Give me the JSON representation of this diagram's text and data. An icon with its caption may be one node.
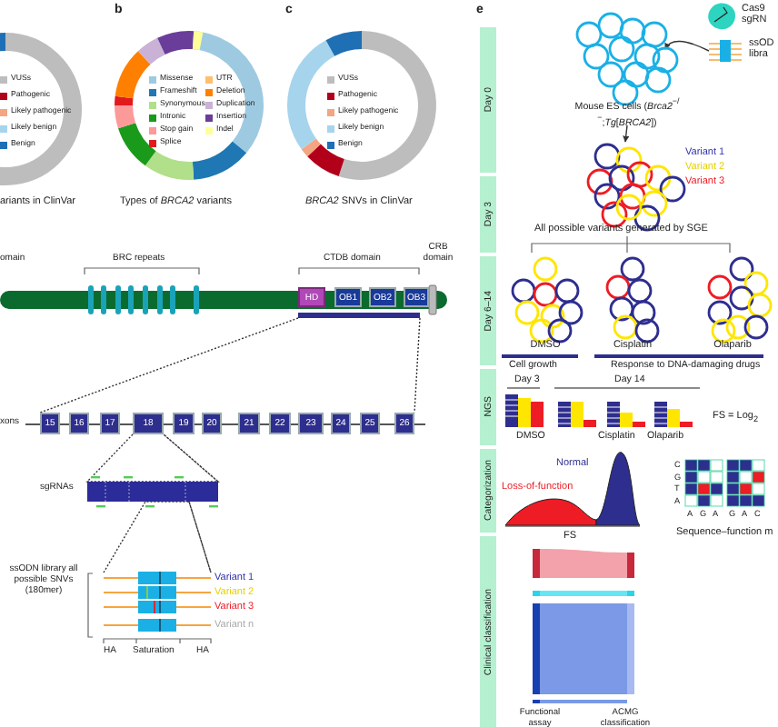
{
  "diagram": {
    "nodes": [
      {
        "text": [
          "HD"
        ]
      },
      {
        "text": [
          "OB1"
        ]
      },
      {
        "text": [
          "OB2"
        ]
      },
      {
        "text": [
          "OB3"
        ]
      },
      {
        "text": [
          "15"
        ]
      },
      {
        "text": [
          "16"
        ]
      },
      {
        "text": [
          "17"
        ]
      },
      {
        "text": [
          "18"
        ]
      },
      {
        "text": [
          "19"
        ]
      },
      {
        "text": [
          "20"
        ]
      },
      {
        "text": [
          "21"
        ]
      },
      {
        "text": [
          "22"
        ]
      },
      {
        "text": [
          "23"
        ]
      },
      {
        "text": [
          "24"
        ]
      },
      {
        "text": [
          "25"
        ]
      },
      {
        "text": [
          "26"
        ]
      },
      {
        "text": [],
        "shape": "bar",
        "beside": [
          "sgRNAs"
        ]
      },
      {
        "text": [],
        "shape": "bar",
        "beside": [
          "ssODN library all possible SNVs (180mer)",
          "Variant 1",
          "Variant 2",
          "Variant 3",
          "Variant n"
        ]
      },
      {
        "text": [
          "Day 0"
        ]
      },
      {
        "text": [
          "Day 3"
        ]
      },
      {
        "text": [
          "Day 6–14"
        ]
      },
      {
        "text": [
          "NGS"
        ]
      },
      {
        "text": [
          "Categorization"
        ]
      },
      {
        "text": [
          "Clinical classification"
        ]
      },
      {
        "text": [
          "Cas9 sgRN"
        ]
      },
      {
        "text": [
          "ssOD libra"
        ]
      },
      {
        "text": [
          "Mouse ES cells (*Brca2*$^{−/−}$;*Tg*[*BRCA2*])"
        ]
      },
      {
        "text": [],
        "shape": "picture",
        "beside": [
          "Variant 1",
          "Variant 2",
          "Variant 3"
        ]
      },
      {
        "text": [
          "DMSO"
        ]
      },
      {
        "text": [
          "Cisplatin"
        ]
      },
      {
        "text": [
          "Olaparib"
        ]
      },
      {
        "text": [],
        "shape": "bar"
      }
    ],
    "edges": [
      {
        "from": 7,
        "to": 16,
        "arrow": "none",
        "style": "dashed"
      },
      {
        "from": 16,
        "to": 17,
        "arrow": "none",
        "style": "dashed"
      },
      {
        "from": 25,
        "to": 26,
        "arrow": "to"
      },
      {
        "from": 26,
        "to": 27,
        "arrow": "to"
      },
      {
        "from": 31,
        "to": 4,
        "arrow": "none",
        "style": "dashed"
      },
      {
        "from": 31,
        "to": 15,
        "arrow": "none",
        "style": "dashed"
      }
    ],
    "labels": [
      "ariants in ClinVar",
      "b",
      "Types of *BRCA2* variants",
      "c",
      "*BRCA2* SNVs in ClinVar",
      "omain",
      "BRC repeats",
      "CTDB domain",
      "CRB domain",
      "xons",
      "HA",
      "Saturation",
      "HA",
      "e",
      "All possible variants generated by SGE",
      "Cell growth",
      "Response to DNA-damaging drugs",
      "Day 3",
      "Day 14",
      "DMSO",
      "Cisplatin",
      "Olaparib",
      "FS = Log$_{2}$",
      "Normal",
      "Loss-of-function",
      "FS",
      "C",
      "G",
      "T",
      "A",
      "A",
      "G",
      "A",
      "G",
      "A",
      "C",
      "Sequence–function m",
      "Functional assay",
      "ACMG classification"
    ],
    "legend": [
      {
        "text": "VUSs",
        "color": "#bdbdbd"
      },
      {
        "text": "Pathogenic",
        "color": "#b2001a"
      },
      {
        "text": "Likely pathogenic",
        "color": "#f4a582"
      },
      {
        "text": "Likely benign",
        "color": "#a6d4ec"
      },
      {
        "text": "Benign",
        "color": "#1f6fb4"
      },
      {
        "text": "Missense",
        "color": "#9ecae1"
      },
      {
        "text": "Frameshift",
        "color": "#1f78b4"
      },
      {
        "text": "Synonymous",
        "color": "#b2df8a"
      },
      {
        "text": "Intronic",
        "color": "#1a9a1a"
      },
      {
        "text": "Stop gain",
        "color": "#fb9a99"
      },
      {
        "text": "Splice",
        "color": "#e31a1c"
      },
      {
        "text": "UTR",
        "color": "#fdbf6f"
      },
      {
        "text": "Deletion",
        "color": "#ff7f00"
      },
      {
        "text": "Duplication",
        "color": "#cab2d6"
      },
      {
        "text": "Insertion",
        "color": "#6a3d9a"
      },
      {
        "text": "Indel",
        "color": "#ffff99"
      },
      {
        "text": "VUSs",
        "color": "#bdbdbd"
      },
      {
        "text": "Pathogenic",
        "color": "#b2001a"
      },
      {
        "text": "Likely pathogenic",
        "color": "#f4a582"
      },
      {
        "text": "Likely benign",
        "color": "#a6d4ec"
      },
      {
        "text": "Benign",
        "color": "#1f6fb4"
      }
    ]
  }
}
